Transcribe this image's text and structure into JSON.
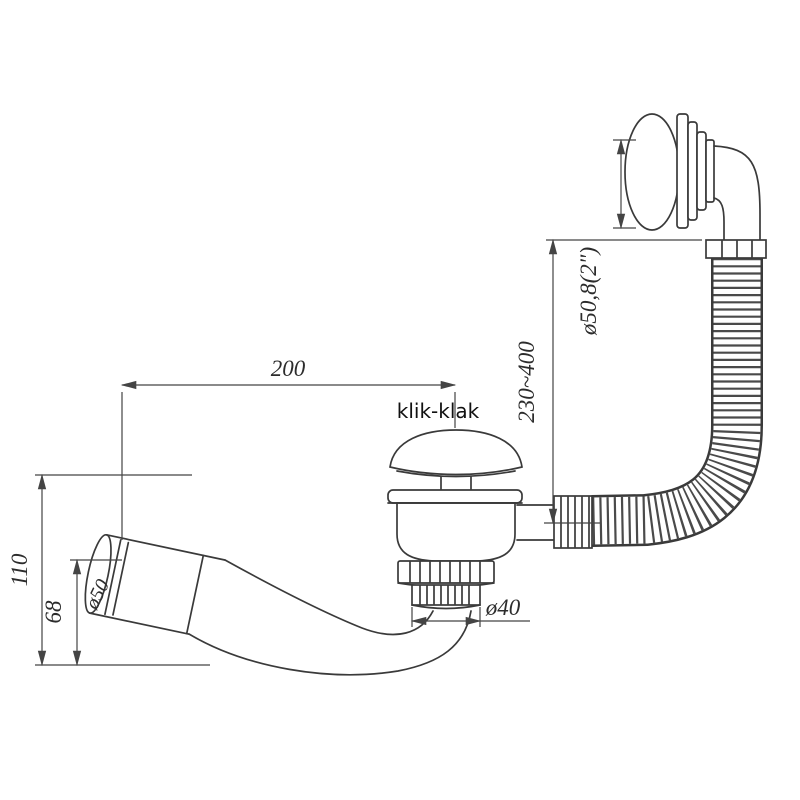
{
  "drawing": {
    "labels": {
      "span_top": "200",
      "valve_name": "klik-klak",
      "hose_length": "230~400",
      "overflow_diameter": "ø50,8(2\")",
      "height_total": "110",
      "height_outlet": "68",
      "outlet_diameter": "ø50",
      "tail_diameter": "ø40"
    },
    "colors": {
      "line": "#3a3a3a",
      "dimension": "#444444",
      "text": "#2c2c2c",
      "background": "#ffffff"
    }
  }
}
